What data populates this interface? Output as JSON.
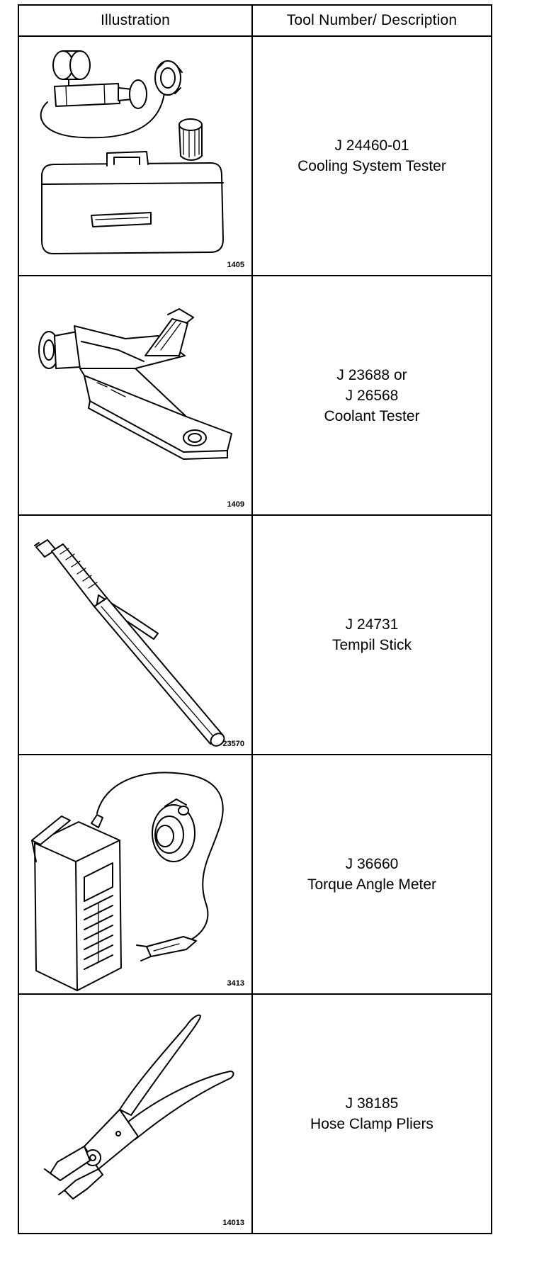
{
  "table": {
    "header": {
      "illustration": "Illustration",
      "tool": "Tool Number/ Description"
    },
    "rows": [
      {
        "figure_number": "1405",
        "tool_number": "J 24460-01",
        "description": "Cooling System Tester",
        "icon": "cooling-system-tester-illustration"
      },
      {
        "figure_number": "1409",
        "tool_number": "J 23688 or",
        "tool_number_alt": "J 26568",
        "description": "Coolant Tester",
        "icon": "coolant-tester-illustration"
      },
      {
        "figure_number": "23570",
        "tool_number": "J 24731",
        "description": "Tempil Stick",
        "icon": "tempil-stick-illustration"
      },
      {
        "figure_number": "3413",
        "tool_number": "J 36660",
        "description": "Torque Angle Meter",
        "icon": "torque-angle-meter-illustration"
      },
      {
        "figure_number": "14013",
        "tool_number": "J 38185",
        "description": "Hose Clamp Pliers",
        "icon": "hose-clamp-pliers-illustration"
      }
    ]
  }
}
